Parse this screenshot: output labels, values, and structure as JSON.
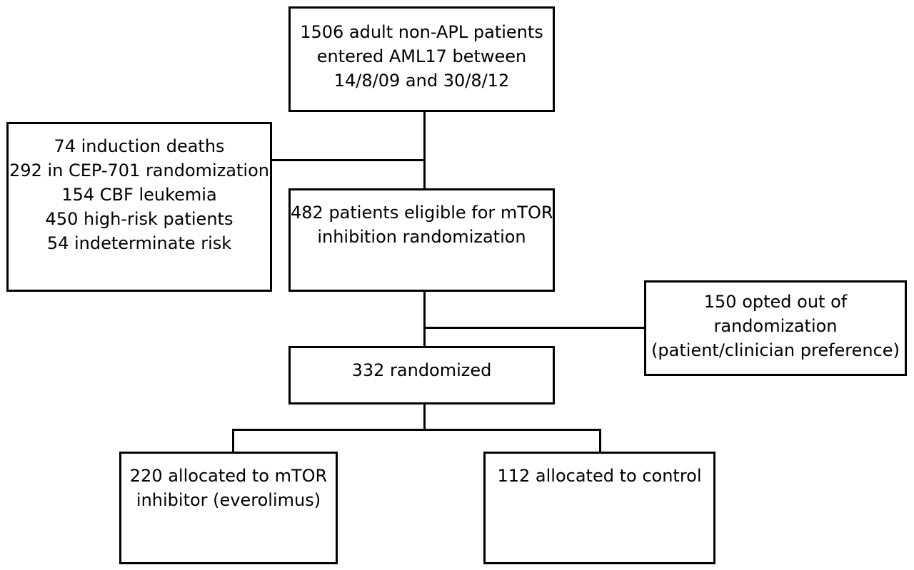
{
  "flowchart": {
    "enrolled": {
      "lines": [
        "1506 adult non-APL patients",
        "entered AML17 between",
        "14/8/09 and 30/8/12"
      ]
    },
    "excluded": {
      "lines": [
        "74 induction deaths",
        "292 in CEP-701 randomization",
        "154 CBF leukemia",
        "450 high-risk patients",
        "54 indeterminate risk"
      ]
    },
    "eligible": {
      "lines": [
        "482 patients eligible for mTOR",
        "inhibition randomization"
      ]
    },
    "opted_out": {
      "lines": [
        "150 opted out of",
        "randomization",
        "(patient/clinician preference)"
      ]
    },
    "randomized": {
      "lines": [
        "332 randomized"
      ]
    },
    "arm_mtor": {
      "lines": [
        "220 allocated to mTOR",
        "inhibitor (everolimus)"
      ]
    },
    "arm_control": {
      "lines": [
        "112 allocated to control"
      ]
    }
  }
}
